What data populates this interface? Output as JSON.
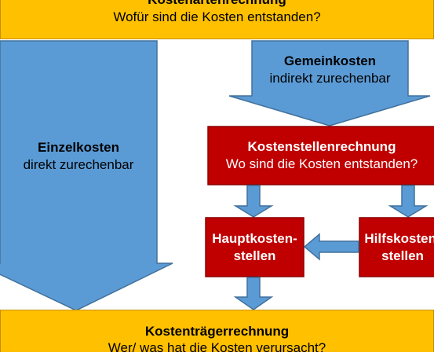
{
  "top": {
    "title": "Kostenartenrechnung",
    "subtitle": "Wofür sind die Kosten entstanden?"
  },
  "einzelkosten": {
    "title": "Einzelkosten",
    "subtitle": "direkt zurechenbar"
  },
  "gemeinkosten": {
    "title": "Gemeinkosten",
    "subtitle": "indirekt zurechenbar"
  },
  "kostenstellen": {
    "title": "Kostenstellenrechnung",
    "subtitle": "Wo sind die Kosten entstanden?"
  },
  "haupt": {
    "line1": "Hauptkosten-",
    "line2": "stellen"
  },
  "hilfs": {
    "line1": "Hilfskosten-",
    "line2": "stellen"
  },
  "bottom": {
    "title": "Kostenträgerrechnung",
    "subtitle": "Wer/ was hat die Kosten verursacht?"
  },
  "colors": {
    "band": "#ffc000",
    "arrow": "#5b9bd5",
    "box": "#c00000"
  }
}
